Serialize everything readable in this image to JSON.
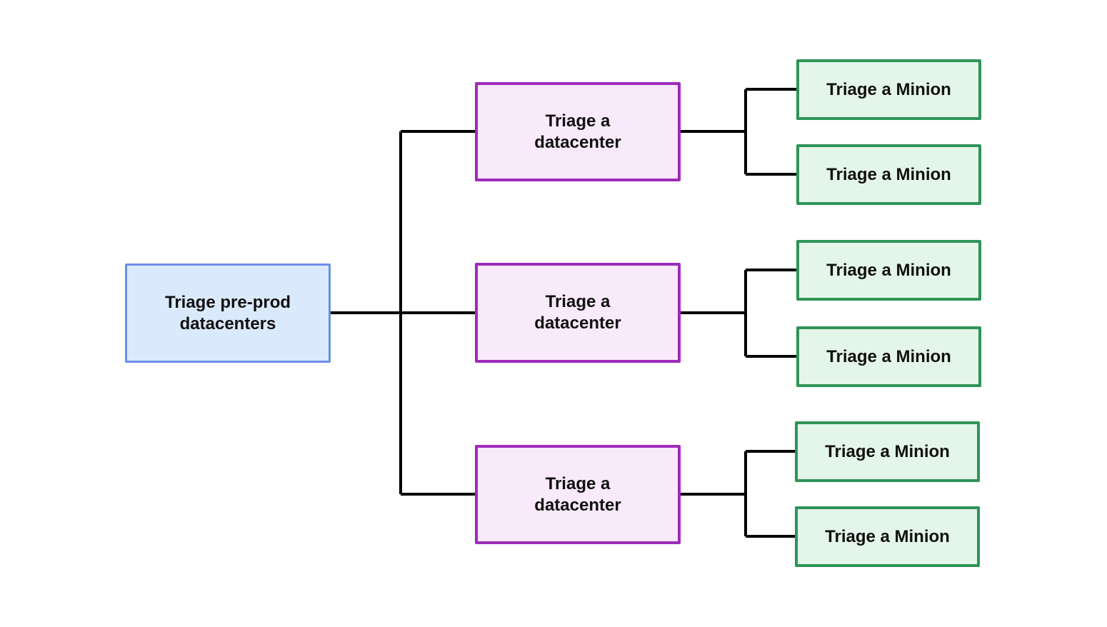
{
  "diagram": {
    "type": "tree-flowchart",
    "orientation": "left-to-right",
    "nodes": {
      "root": {
        "label": "Triage pre-prod\ndatacenters",
        "role": "root"
      },
      "datacenters": [
        {
          "label": "Triage a\ndatacenter"
        },
        {
          "label": "Triage a\ndatacenter"
        },
        {
          "label": "Triage a\ndatacenter"
        }
      ],
      "minions": [
        {
          "label": "Triage a Minion"
        },
        {
          "label": "Triage a Minion"
        },
        {
          "label": "Triage a Minion"
        },
        {
          "label": "Triage a Minion"
        },
        {
          "label": "Triage a Minion"
        },
        {
          "label": "Triage a Minion"
        }
      ]
    },
    "palette": {
      "background": "#ffffff",
      "edge": "#000000",
      "text": "#111111",
      "root_fill": "#dbe9fc",
      "root_border": "#6d8ee9",
      "dc_fill": "#f9eafb",
      "dc_border": "#9e2bba",
      "minion_fill": "#e4f5ea",
      "minion_border": "#2e9457"
    }
  }
}
